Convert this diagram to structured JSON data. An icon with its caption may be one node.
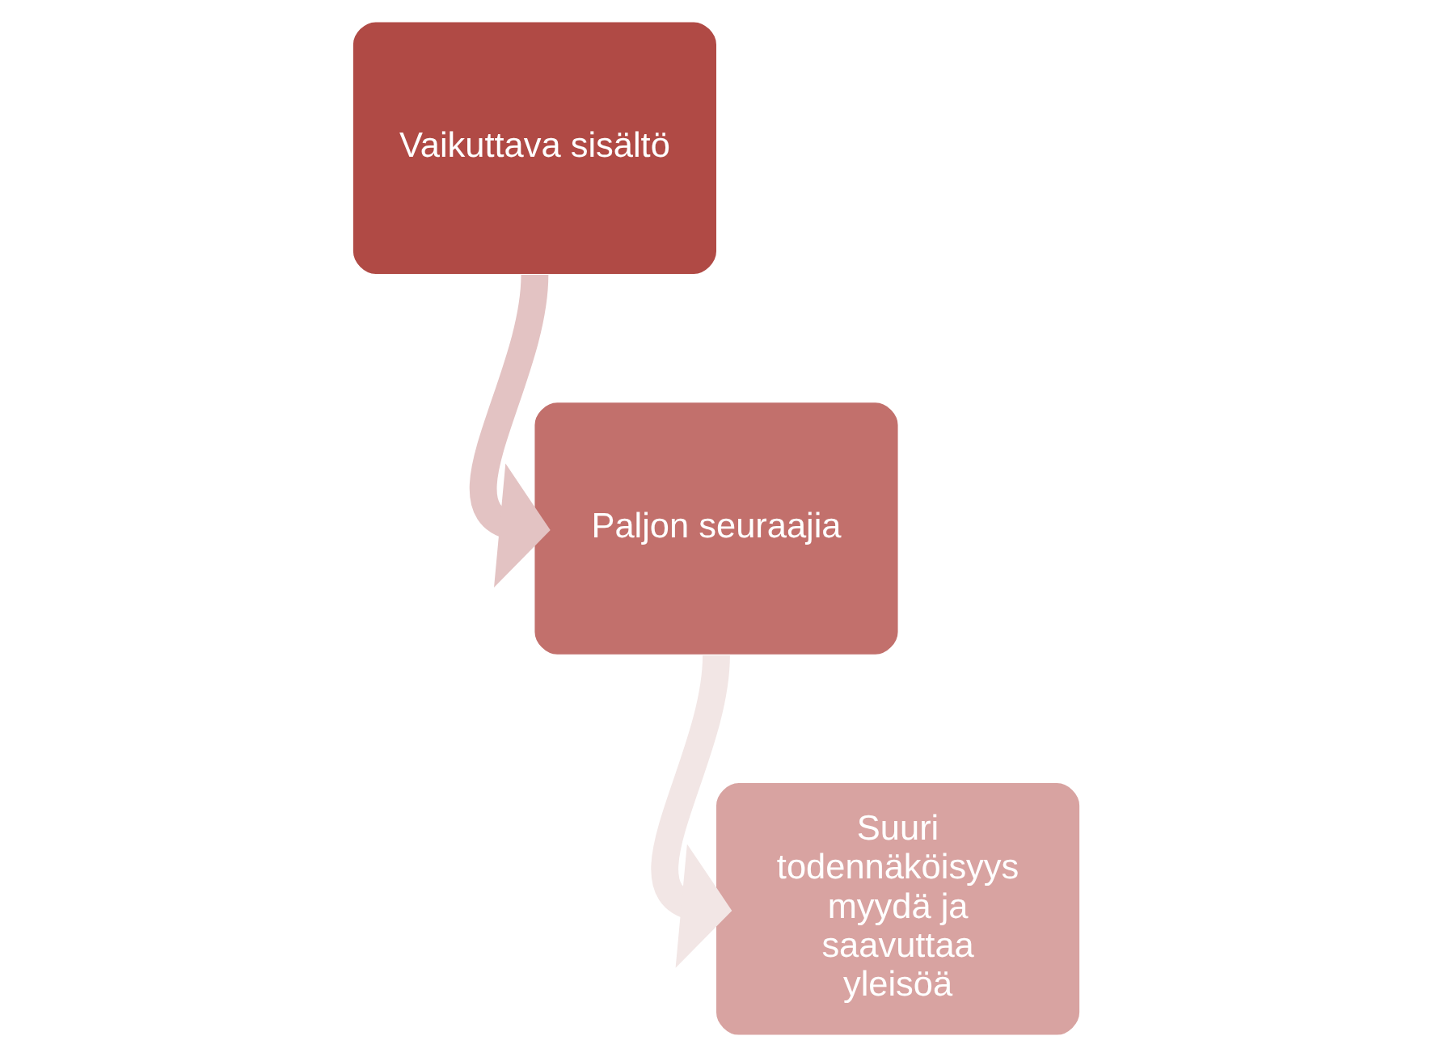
{
  "diagram": {
    "nodes": [
      {
        "text": [
          "Vaikuttava sisältö"
        ]
      },
      {
        "text": [
          "Paljon seuraajia"
        ]
      },
      {
        "text": [
          "Suuri todennäköisyys myydä ja saavuttaa yleisöä"
        ]
      }
    ],
    "edges": [
      {
        "from": 0,
        "to": 1,
        "arrow": "to",
        "color": "#e3c3c3"
      },
      {
        "from": 1,
        "to": 2,
        "arrow": "to",
        "color": "#f2e6e5"
      }
    ]
  }
}
